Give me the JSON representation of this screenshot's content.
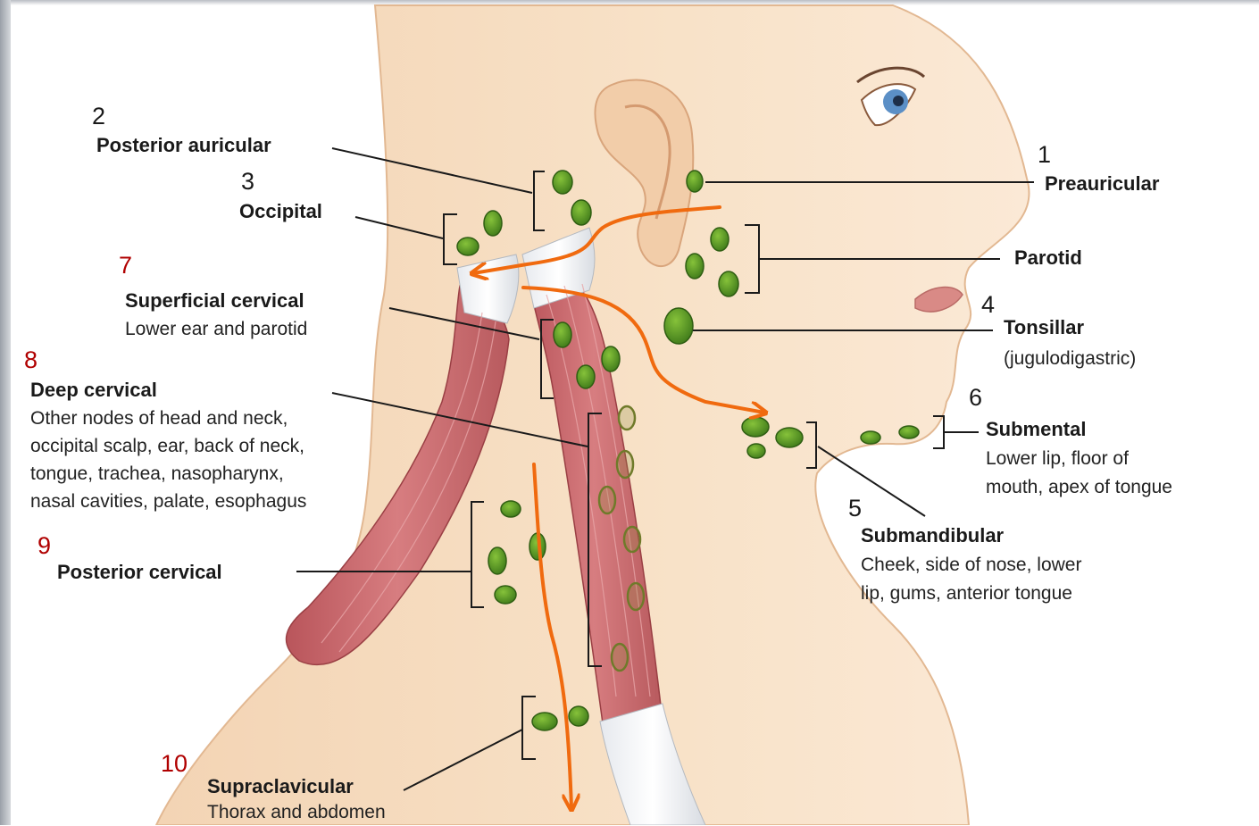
{
  "labels": {
    "preauricular": {
      "num": "1",
      "title": "Preauricular"
    },
    "posterior_auricular": {
      "num": "2",
      "title": "Posterior auricular"
    },
    "occipital": {
      "num": "3",
      "title": "Occipital"
    },
    "parotid": {
      "title": "Parotid"
    },
    "tonsillar": {
      "num": "4",
      "title": "Tonsillar",
      "desc": "(jugulodigastric)"
    },
    "submandibular": {
      "num": "5",
      "title": "Submandibular",
      "desc": [
        "Cheek, side of nose, lower",
        "lip, gums, anterior tongue"
      ]
    },
    "submental": {
      "num": "6",
      "title": "Submental",
      "desc": [
        "Lower lip, floor of",
        "mouth, apex of tongue"
      ]
    },
    "superficial_cervical": {
      "num": "7",
      "title": "Superficial cervical",
      "desc": "Lower ear and parotid"
    },
    "deep_cervical": {
      "num": "8",
      "title": "Deep cervical",
      "desc": [
        "Other nodes of head and neck,",
        "occipital scalp, ear, back of neck,",
        "tongue, trachea, nasopharynx,",
        "nasal cavities, palate, esophagus"
      ]
    },
    "posterior_cervical": {
      "num": "9",
      "title": "Posterior cervical"
    },
    "supraclavicular": {
      "num": "10",
      "title": "Supraclavicular",
      "desc": "Thorax and abdomen"
    }
  },
  "colors": {
    "skin": "#f7dfc4",
    "muscle": "#c8686c",
    "node": "#5d9a26",
    "arrow": "#f06a0f",
    "number_red": "#b00000"
  }
}
